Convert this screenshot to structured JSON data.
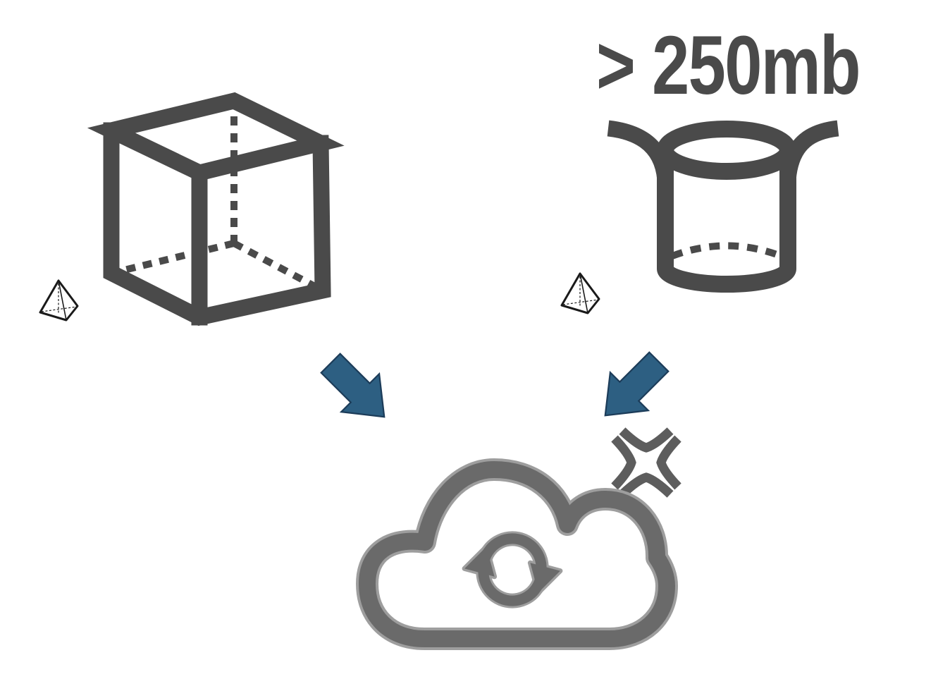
{
  "page": {
    "background": "#ffffff"
  },
  "labels": {
    "size_threshold": "> 250mb"
  },
  "colors": {
    "icon-dark": "#4a4a4a",
    "icon-medium": "#6a6a6a",
    "icon-halo": "#9e9e9e",
    "arrow-fill": "#2d5f82",
    "arrow-edge": "#1c3c59",
    "line-black": "#1a1a1a",
    "anger-gray": "#5d5d5d"
  },
  "icons": {
    "cube": "wireframe-3d-cube",
    "bucket": "open-top-cylinder-bucket",
    "pyramid_left": "small-pyramid",
    "pyramid_right": "small-pyramid",
    "arrow_left": "thick-arrow-down-right",
    "arrow_right": "thick-arrow-down-left",
    "clash": "anger-clash-error-mark",
    "cloud_sync": "cloud-with-sync-arrows"
  }
}
